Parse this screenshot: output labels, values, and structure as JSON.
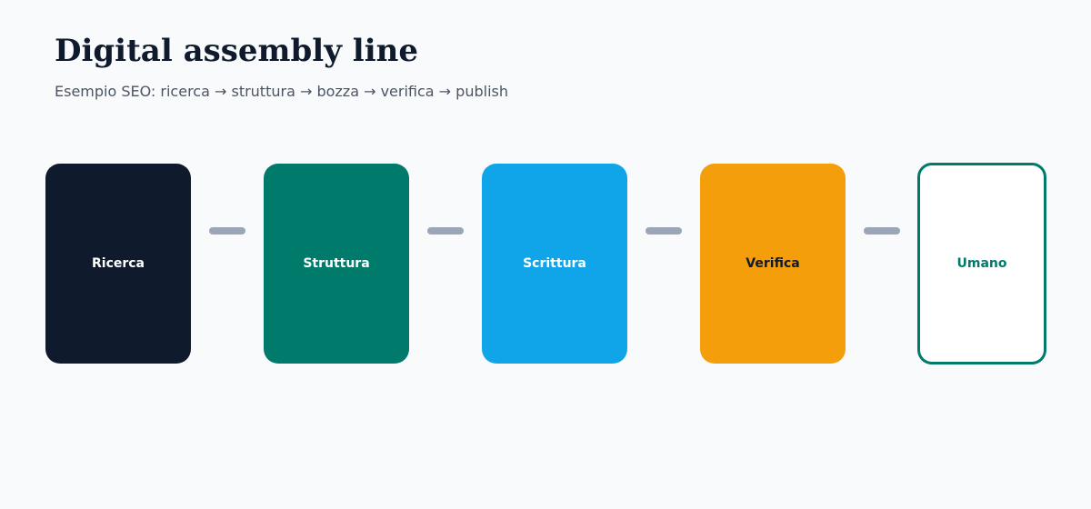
{
  "header": {
    "title": "Digital assembly line",
    "subtitle": "Esempio SEO: ricerca → struttura → bozza → verifica → publish"
  },
  "stages": [
    {
      "label": "Ricerca",
      "fill": "#0f1b2d",
      "text_color": "#ffffff"
    },
    {
      "label": "Struttura",
      "fill": "#007a6a",
      "text_color": "#ffffff"
    },
    {
      "label": "Scrittura",
      "fill": "#10a5e8",
      "text_color": "#ffffff"
    },
    {
      "label": "Verifica",
      "fill": "#f59e0b",
      "text_color": "#0f1b2d"
    },
    {
      "label": "Umano",
      "fill": "#ffffff",
      "text_color": "#007a6a",
      "border": "#007a6a"
    }
  ],
  "colors": {
    "background": "#f8fafc",
    "connector": "#9aa5b7",
    "title": "#0f1b2d",
    "subtitle": "#4b5563"
  }
}
